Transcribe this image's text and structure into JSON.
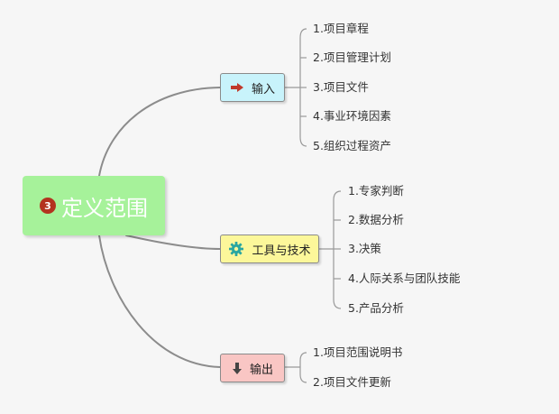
{
  "central": {
    "number": "3",
    "title": "定义范围"
  },
  "branches": {
    "input": {
      "label": "输入",
      "items": [
        "1.项目章程",
        "2.项目管理计划",
        "3.项目文件",
        "4.事业环境因素",
        "5.组织过程资产"
      ]
    },
    "tools": {
      "label": "工具与技术",
      "items": [
        "1.专家判断",
        "2.数据分析",
        "3.决策",
        "4.人际关系与团队技能",
        "5.产品分析"
      ]
    },
    "output": {
      "label": "输出",
      "items": [
        "1.项目范围说明书",
        "2.项目文件更新"
      ]
    }
  },
  "icons": {
    "input": "right-arrow-icon",
    "tools": "gear-icon",
    "output": "down-arrow-icon"
  },
  "colors": {
    "central_bg": "#a6f29a",
    "badge": "#b3331f",
    "input_bg": "#c8f3fb",
    "tools_bg": "#fcf79a",
    "output_bg": "#f9c6c4",
    "connector": "#8c8c8c"
  }
}
